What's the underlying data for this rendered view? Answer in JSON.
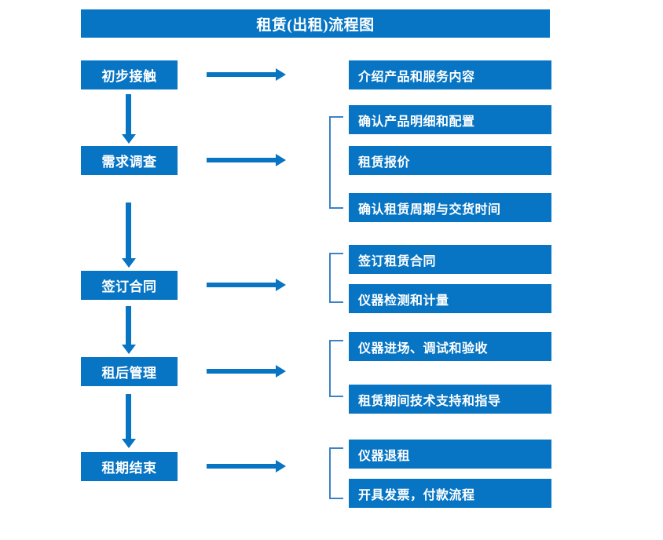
{
  "title": "租赁(出租)流程图",
  "colors": {
    "box_blue": "#0875C4",
    "bracket_blue": "#3C82C4",
    "text_white": "#FFFFFF",
    "background": "#FFFFFF"
  },
  "stages": [
    {
      "label": "初步接触"
    },
    {
      "label": "需求调查"
    },
    {
      "label": "签订合同"
    },
    {
      "label": "租后管理"
    },
    {
      "label": "租期结束"
    }
  ],
  "details": [
    {
      "label": "介绍产品和服务内容"
    },
    {
      "label": "确认产品明细和配置"
    },
    {
      "label": "租赁报价"
    },
    {
      "label": "确认租赁周期与交货时间"
    },
    {
      "label": "签订租赁合同"
    },
    {
      "label": "仪器检测和计量"
    },
    {
      "label": "仪器进场、调试和验收"
    },
    {
      "label": "租赁期间技术支持和指导"
    },
    {
      "label": "仪器退租"
    },
    {
      "label": "开具发票，付款流程"
    }
  ]
}
